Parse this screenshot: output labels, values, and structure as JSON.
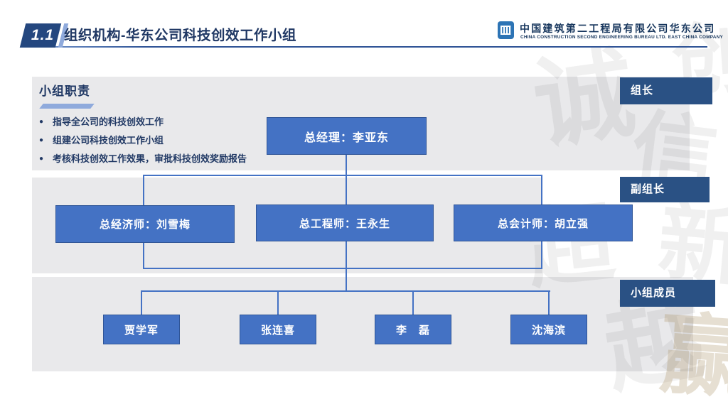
{
  "header": {
    "section_number": "1.1",
    "title": "组织机构-华东公司科技创效工作小组",
    "company_name_cn": "中国建筑第二工程局有限公司华东公司",
    "company_name_en": "CHINA CONSTRUCTION SECOND ENGINEERING BUREAU LTD. EAST CHINA COMPANY"
  },
  "duties": {
    "heading": "小组职责",
    "items": [
      "指导全公司的科技创效工作",
      "组建公司科技创效工作小组",
      "考核科技创效工作效果，审批科技创效奖励报告"
    ]
  },
  "role_labels": {
    "leader": "组长",
    "deputy": "副组长",
    "members": "小组成员"
  },
  "org_chart": {
    "type": "org-tree",
    "leader": "总经理：李亚东",
    "deputies": [
      "总经济师：刘雪梅",
      "总工程师：王永生",
      "总会计师：胡立强"
    ],
    "members": [
      "贾学军",
      "张连喜",
      "李　磊",
      "沈海滨"
    ]
  },
  "watermark": {
    "chars": [
      "诚",
      "信",
      "创",
      "新",
      "超",
      "越",
      "赢"
    ]
  },
  "colors": {
    "title_navy": "#203864",
    "label_navy": "#2A5184",
    "box_blue": "#4472C4",
    "box_border": "#2F5597",
    "panel_gray": "#E9E9EB",
    "accent_light_blue": "#8FAADC",
    "badge_blue": "#24477F"
  }
}
